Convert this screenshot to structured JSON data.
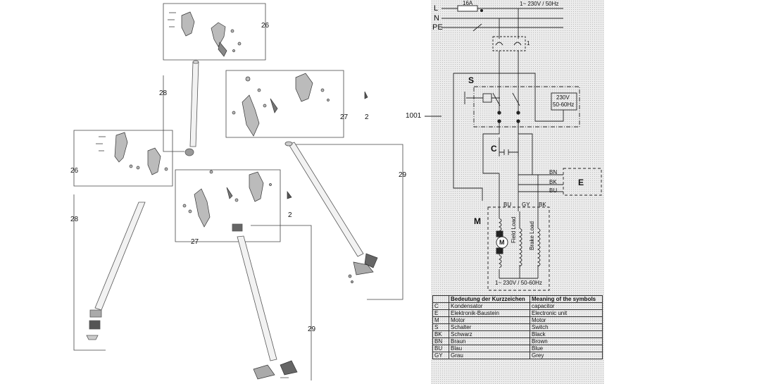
{
  "exploded_view": {
    "callouts": {
      "c26a": "26",
      "c28a": "28",
      "c27a": "27",
      "c2a": "2",
      "c26b": "26",
      "c29a": "29",
      "c28b": "28",
      "c27b": "27",
      "c2b": "2",
      "c29b": "29"
    }
  },
  "schematic": {
    "ref_callout": "1001",
    "line_labels": {
      "L": "L",
      "N": "N",
      "PE": "PE"
    },
    "fuse": "16A",
    "supply": "1~ 230V / 50Hz",
    "plug_mark": "1",
    "switch_label": "S",
    "electronics_rating_1": "230V",
    "electronics_rating_2": "50-60Hz",
    "capacitor_label": "C",
    "wire_labels": {
      "bn": "BN",
      "bk": "BK",
      "bu": "BU"
    },
    "electronic_unit_label": "E",
    "motor_wires": {
      "bu": "BU",
      "gy": "GY",
      "bk": "BK"
    },
    "motor_label": "M",
    "motor_symbol": "M",
    "field_load": "Field Load",
    "brake_load": "Brake Load",
    "motor_rating": "1~ 230V / 50-60Hz"
  },
  "legend": {
    "headers": {
      "symbol": "",
      "german": "Bedeutung der Kurzzeichen",
      "english": "Meaning of the symbols"
    },
    "rows": [
      {
        "code": "C",
        "de": "Kondensator",
        "en": "capacitor"
      },
      {
        "code": "E",
        "de": "Elektronik-Baustein",
        "en": "Electronic unit"
      },
      {
        "code": "M",
        "de": "Motor",
        "en": "Motor"
      },
      {
        "code": "S",
        "de": "Schalter",
        "en": "Switch"
      },
      {
        "code": "BK",
        "de": "Schwarz",
        "en": "Black"
      },
      {
        "code": "BN",
        "de": "Braun",
        "en": "Brown"
      },
      {
        "code": "BU",
        "de": "Blau",
        "en": "Blue"
      },
      {
        "code": "GY",
        "de": "Grau",
        "en": "Grey"
      }
    ]
  }
}
